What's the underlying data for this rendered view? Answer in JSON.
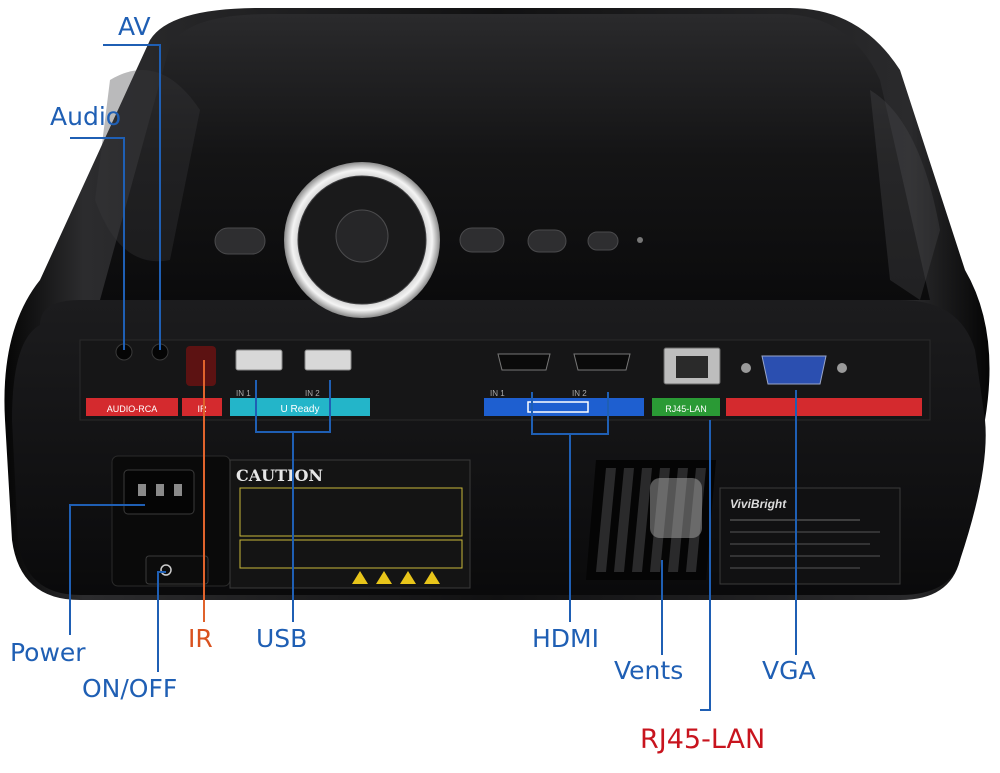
{
  "callouts": {
    "av": "AV",
    "audio": "Audio",
    "power": "Power",
    "on_off": "ON/OFF",
    "ir": "IR",
    "usb": "USB",
    "hdmi": "HDMI",
    "vents": "Vents",
    "vga": "VGA",
    "rj45_lan": "RJ45-LAN"
  },
  "panel_labels": {
    "audio_rca": "AUDIO-RCA",
    "ir": "IR",
    "u_ready": "U Ready",
    "usb_in1": "IN 1",
    "usb_in2": "IN 2",
    "hdmi_in1": "IN 1",
    "hdmi_in2": "IN 2",
    "rj45_lan": "RJ45-LAN",
    "caution": "CAUTION",
    "brand": "ViviBright"
  },
  "colors": {
    "callout_blue": "#1f5fb4",
    "callout_orange": "#d9521f",
    "callout_red": "#c8141e",
    "strip_red": "#d42a2e",
    "strip_cyan": "#23b5c9",
    "strip_blue": "#1e5fd0",
    "strip_green": "#2a9a35"
  }
}
